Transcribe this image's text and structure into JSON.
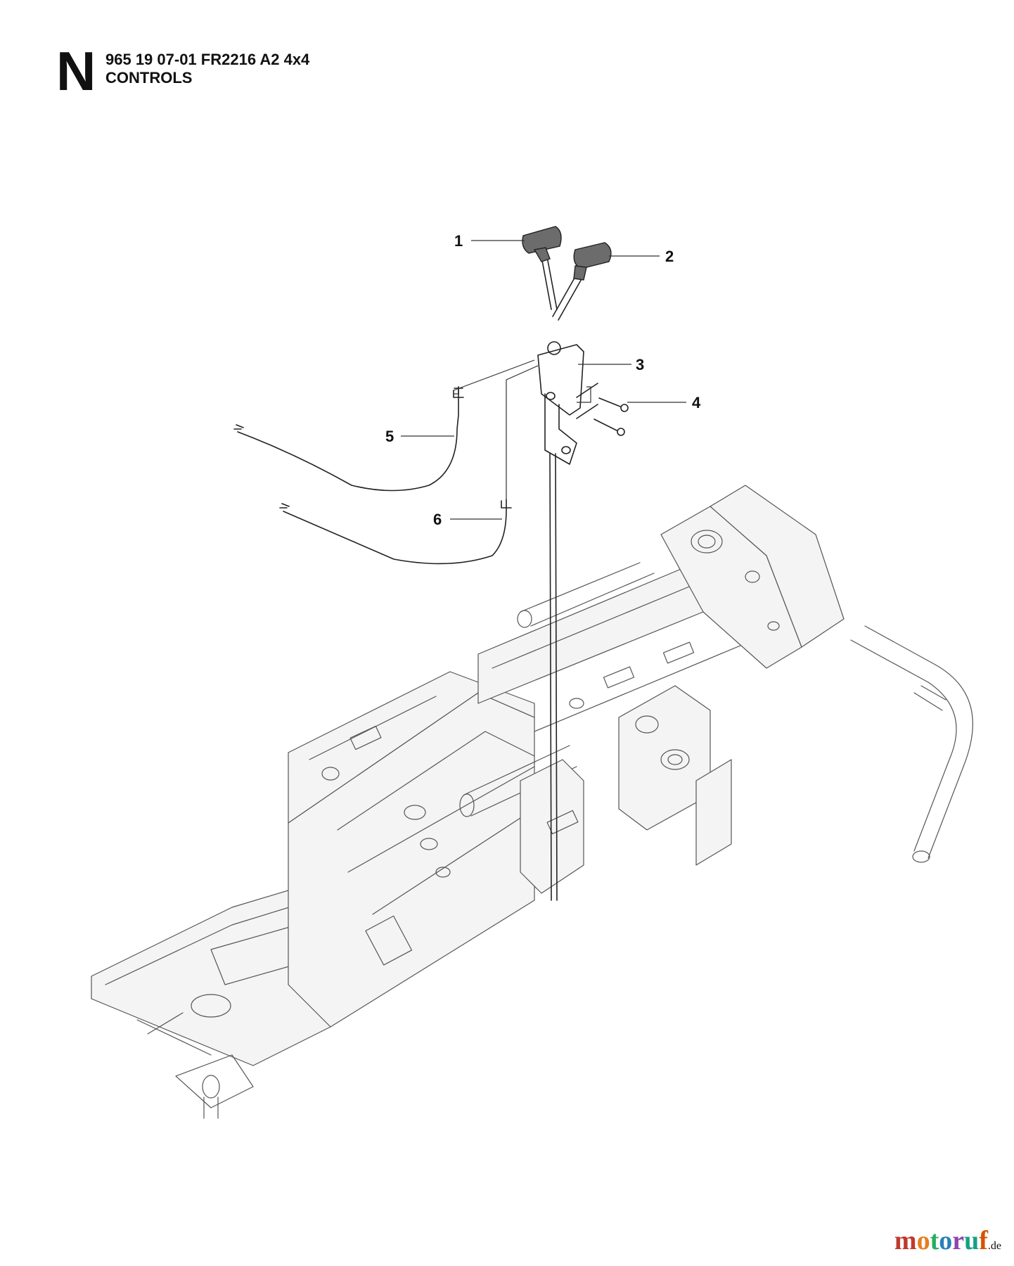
{
  "header": {
    "section_letter": "N",
    "part_line": "965 19 07-01 FR2216 A2 4x4",
    "title": "CONTROLS"
  },
  "callouts": [
    {
      "id": "1",
      "label": "1"
    },
    {
      "id": "2",
      "label": "2"
    },
    {
      "id": "3",
      "label": "3"
    },
    {
      "id": "4",
      "label": "4"
    },
    {
      "id": "5",
      "label": "5"
    },
    {
      "id": "6",
      "label": "6"
    }
  ],
  "watermark": {
    "letters": [
      "m",
      "o",
      "t",
      "o",
      "r",
      "u",
      "f"
    ],
    "letter_colors": [
      "#c0392b",
      "#e67e22",
      "#27ae60",
      "#2980b9",
      "#8e44ad",
      "#16a085",
      "#d35400"
    ],
    "suffix": ".de"
  }
}
